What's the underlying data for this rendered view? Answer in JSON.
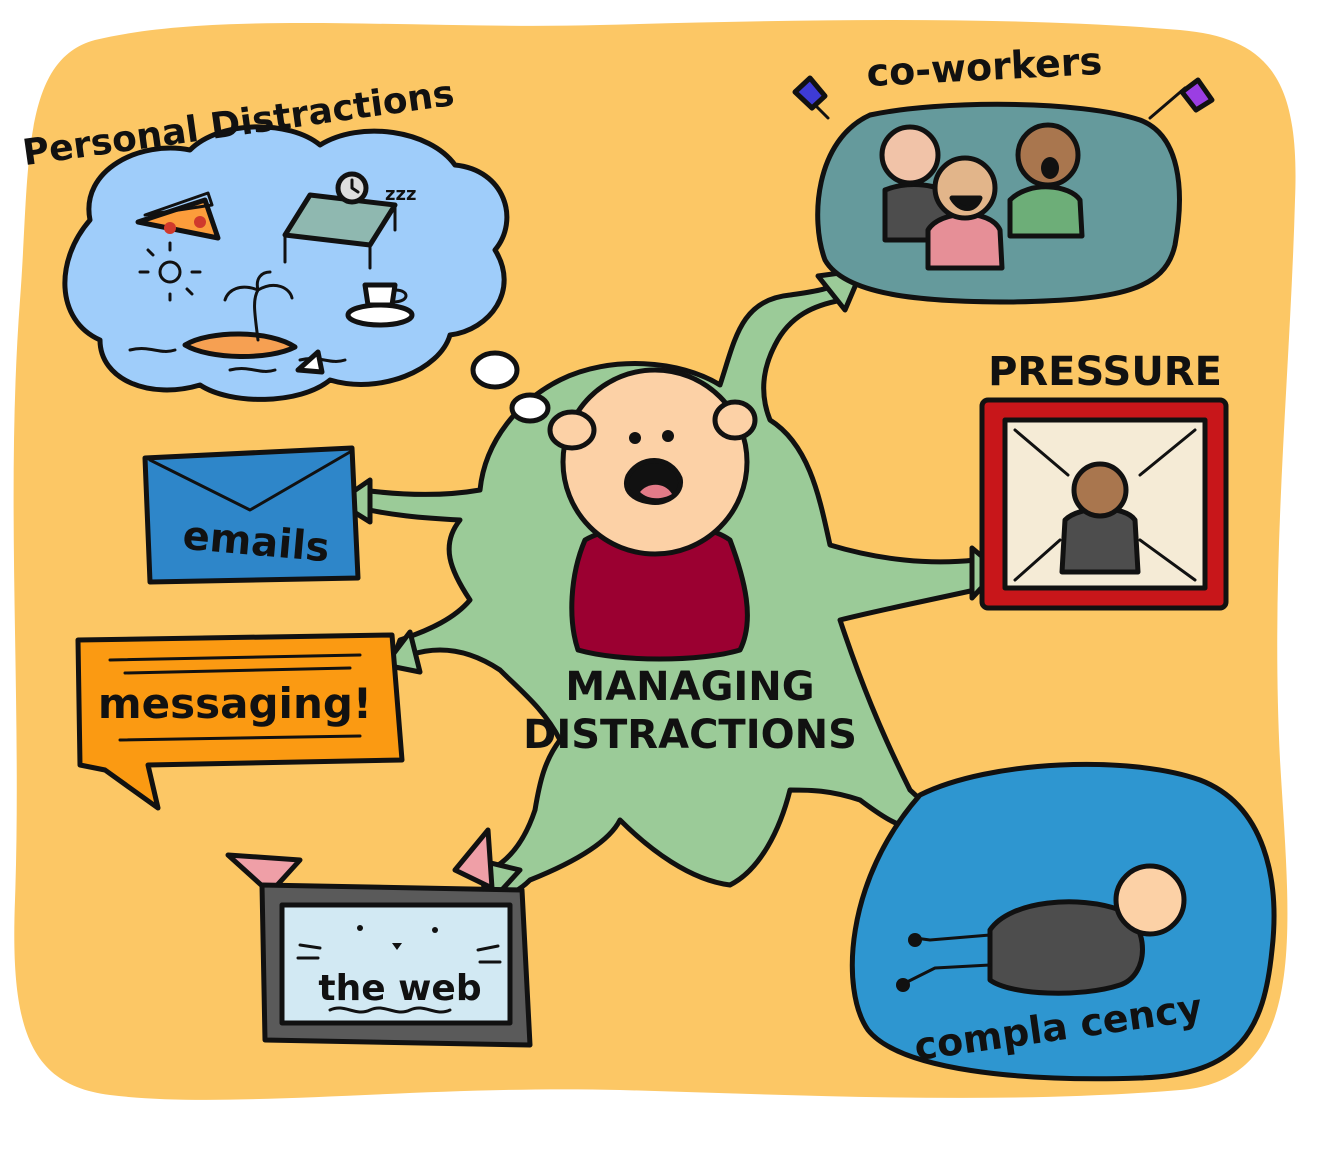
{
  "diagram": {
    "center": {
      "title_line1": "MANAGING",
      "title_line2": "DISTRACTIONS"
    },
    "nodes": {
      "personal": {
        "label": "Personal Distractions"
      },
      "coworkers": {
        "label": "co-workers"
      },
      "pressure": {
        "label": "PRESSURE"
      },
      "emails": {
        "label": "emails"
      },
      "messaging": {
        "label": "messaging!"
      },
      "web": {
        "label": "the web"
      },
      "complacency": {
        "label": "compla cency"
      },
      "sleep": {
        "label": "zzz"
      }
    }
  },
  "colors": {
    "background": "#fcc765",
    "center_blob": "#9bcb98",
    "thought_cloud": "#9fcdfa",
    "coworkers_box": "#659a9c",
    "pressure_frame": "#c8161a",
    "pressure_inner": "#f5ebd6",
    "email_envelope": "#2e86c9",
    "messaging_bubble": "#fb9a12",
    "web_screen": "#d2e9f3",
    "complacency_blob": "#2e96d0",
    "shirt": "#9b0031",
    "skin": "#fcd1a6"
  },
  "icons": [
    "pizza-icon",
    "sun-icon",
    "bed-icon",
    "clock-icon",
    "coffee-cup-icon",
    "island-icon",
    "shark-fin-icon",
    "flag-icon",
    "arrow-icon",
    "cat-ear-icon"
  ]
}
